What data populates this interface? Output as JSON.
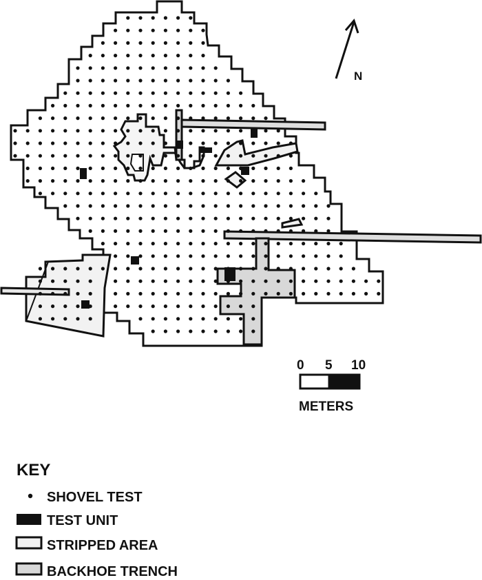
{
  "north_label": "N",
  "scale_bar": {
    "tick_labels": [
      "0",
      "5",
      "10"
    ],
    "unit_label": "METERS"
  },
  "key": {
    "title": "KEY",
    "items": [
      {
        "label": "SHOVEL TEST",
        "symbol": "dot"
      },
      {
        "label": "TEST UNIT",
        "symbol": "black-rect"
      },
      {
        "label": "STRIPPED AREA",
        "symbol": "light-rect"
      },
      {
        "label": "BACKHOE TRENCH",
        "symbol": "gray-rect"
      }
    ]
  },
  "colors": {
    "outline": "#111111",
    "stripped_fill": "#f2f2f2",
    "trench_fill": "#d8d8d8",
    "test_unit_fill": "#111111",
    "background": "#ffffff"
  }
}
